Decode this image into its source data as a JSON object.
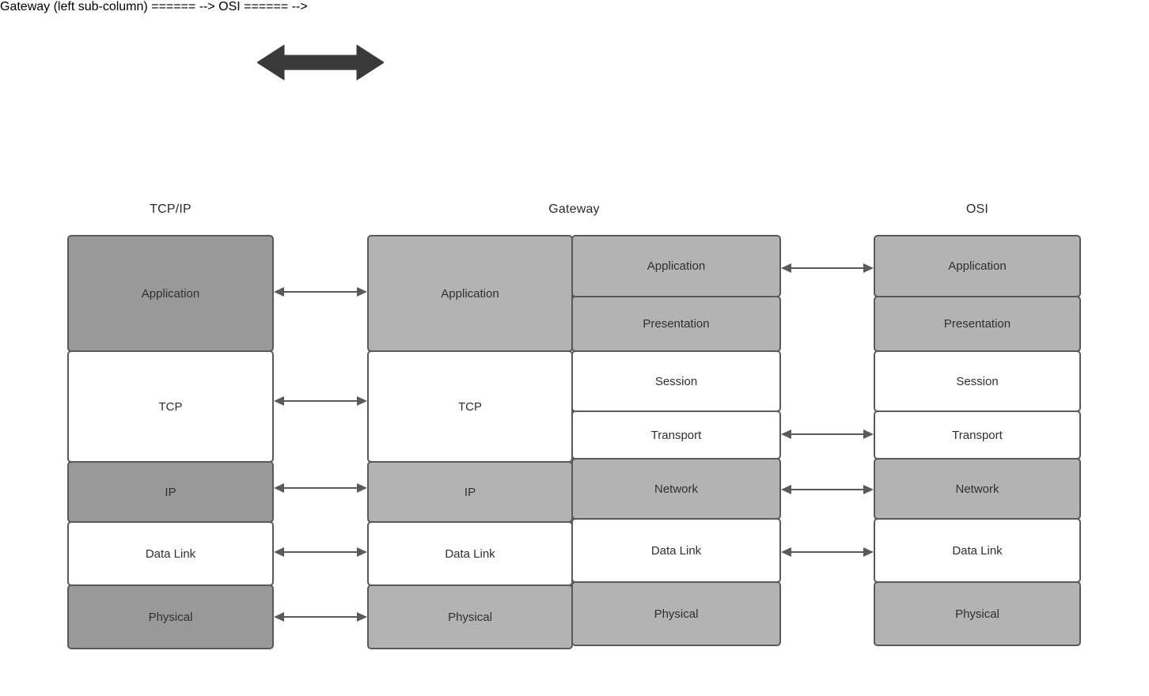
{
  "diagram": {
    "title_tcpip": "TCP/IP",
    "title_gateway": "Gateway",
    "title_osi": "OSI",
    "colors": {
      "fill_dark_gray": "#999999",
      "fill_light_gray": "#b3b3b3",
      "fill_white": "#ffffff",
      "border": "#5a5a5a",
      "text": "#2f2f2f",
      "block_arrow": "#3a3a3a",
      "connector": "#5a5a5a"
    }
  },
  "block_arrow": {
    "name": "bidirectional-block-arrow",
    "direction": "both"
  },
  "tcpip_stack": {
    "label": "TCP/IP",
    "layers": [
      {
        "label": "Application",
        "fill": "dark"
      },
      {
        "label": "TCP",
        "fill": "white"
      },
      {
        "label": "IP",
        "fill": "dark"
      },
      {
        "label": "Data Link",
        "fill": "white"
      },
      {
        "label": "Physical",
        "fill": "dark"
      }
    ]
  },
  "gateway_stack": {
    "label": "Gateway",
    "left_layers": [
      {
        "label": "Application",
        "fill": "light"
      },
      {
        "label": "TCP",
        "fill": "white"
      },
      {
        "label": "IP",
        "fill": "light"
      },
      {
        "label": "Data Link",
        "fill": "white"
      },
      {
        "label": "Physical",
        "fill": "light"
      }
    ],
    "right_layers": [
      {
        "label": "Application",
        "fill": "light"
      },
      {
        "label": "Presentation",
        "fill": "light"
      },
      {
        "label": "Session",
        "fill": "white"
      },
      {
        "label": "Transport",
        "fill": "white"
      },
      {
        "label": "Network",
        "fill": "light"
      },
      {
        "label": "Data Link",
        "fill": "white"
      },
      {
        "label": "Physical",
        "fill": "light"
      }
    ]
  },
  "osi_stack": {
    "label": "OSI",
    "layers": [
      {
        "label": "Application",
        "fill": "light"
      },
      {
        "label": "Presentation",
        "fill": "light"
      },
      {
        "label": "Session",
        "fill": "white"
      },
      {
        "label": "Transport",
        "fill": "white"
      },
      {
        "label": "Network",
        "fill": "light"
      },
      {
        "label": "Data Link",
        "fill": "white"
      },
      {
        "label": "Physical",
        "fill": "light"
      }
    ]
  },
  "connectors_left": [
    {
      "from": "Application",
      "to": "Application"
    },
    {
      "from": "TCP",
      "to": "TCP"
    },
    {
      "from": "IP",
      "to": "IP"
    },
    {
      "from": "Data Link",
      "to": "Data Link"
    },
    {
      "from": "Physical",
      "to": "Physical"
    }
  ],
  "connectors_right": [
    {
      "from": "Application",
      "to": "Application"
    },
    {
      "from": "Transport",
      "to": "Transport"
    },
    {
      "from": "Network",
      "to": "Network"
    },
    {
      "from": "Data Link",
      "to": "Data Link"
    }
  ]
}
